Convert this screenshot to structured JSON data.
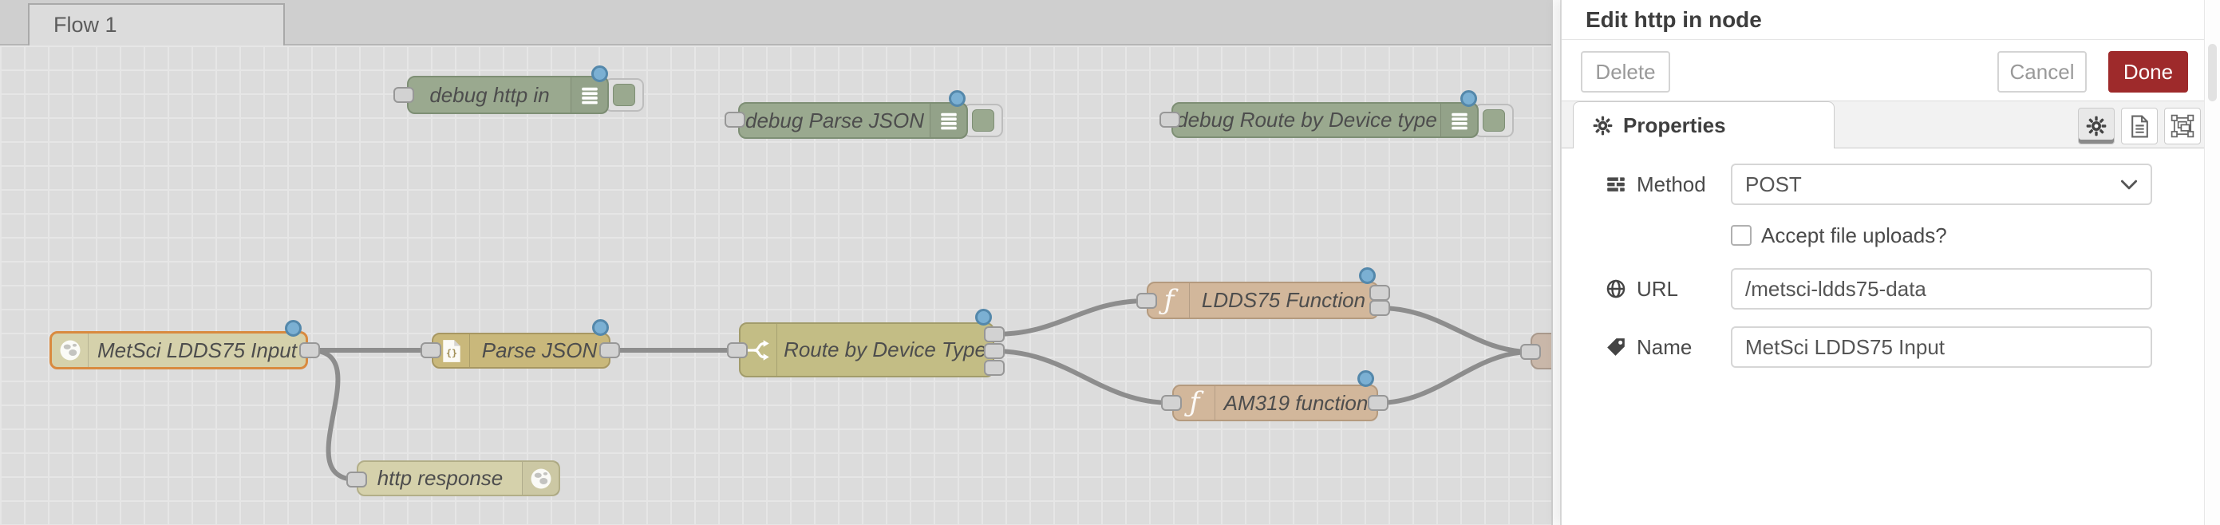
{
  "tab_bar": {
    "active_tab": "Flow 1"
  },
  "canvas": {
    "nodes": [
      {
        "label": "debug http in",
        "type": "debug"
      },
      {
        "label": "debug Parse JSON",
        "type": "debug"
      },
      {
        "label": "debug Route by Device type",
        "type": "debug"
      },
      {
        "label": "MetSci LDDS75 Input",
        "type": "http in",
        "selected": true
      },
      {
        "label": "Parse JSON",
        "type": "json"
      },
      {
        "label": "Route by Device Type",
        "type": "switch"
      },
      {
        "label": "LDDS75 Function",
        "type": "function"
      },
      {
        "label": "AM319 function",
        "type": "function"
      },
      {
        "label": "http response",
        "type": "http response"
      },
      {
        "label": "",
        "type": "partially-hidden-node"
      }
    ]
  },
  "tray": {
    "title": "Edit http in node",
    "buttons": {
      "delete": "Delete",
      "cancel": "Cancel",
      "done": "Done"
    },
    "tabs": {
      "properties": "Properties"
    },
    "form": {
      "method": {
        "label": "Method",
        "value": "POST"
      },
      "uploads": {
        "label": "Accept file uploads?",
        "checked": false
      },
      "url": {
        "label": "URL",
        "value": "/metsci-ldds75-data"
      },
      "name": {
        "label": "Name",
        "value": "MetSci LDDS75 Input"
      }
    }
  },
  "colors": {
    "done_button": "#9e2a2b",
    "changed_indicator": "#7bb0d3",
    "selected_node_border": "#d98a3f",
    "debug_node": "#9aa98f",
    "http_node": "#d5d1ab",
    "json_node": "#c9b87b",
    "switch_node": "#c3bd85",
    "function_node": "#d2b79b"
  }
}
